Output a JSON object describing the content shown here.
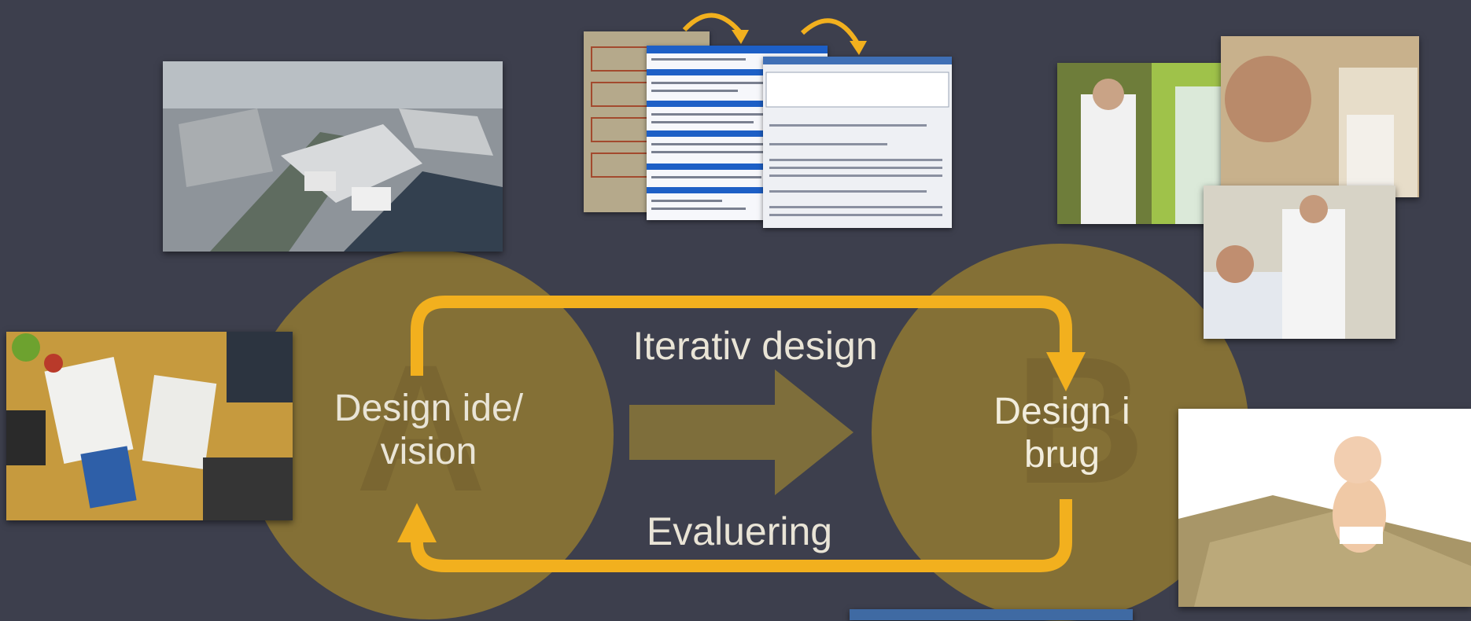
{
  "diagram": {
    "top_label": "Iterativ design",
    "bottom_label": "Evaluering",
    "left_node": {
      "letter": "A",
      "label_line1": "Design ide/",
      "label_line2": "vision"
    },
    "right_node": {
      "letter": "B",
      "label_line1": "Design i",
      "label_line2": "brug"
    }
  },
  "colors": {
    "background": "#3d3f4d",
    "circle": "#8a7434",
    "arrow": "#f2b01e",
    "center_arrow": "#7e6e3b",
    "label": "#e9e4d6"
  },
  "images": [
    {
      "name": "city-aerial-render"
    },
    {
      "name": "paper-prototype-screens"
    },
    {
      "name": "workshop-table-photo"
    },
    {
      "name": "hospital-staff-photos"
    },
    {
      "name": "baby-on-insulation-photo"
    }
  ]
}
